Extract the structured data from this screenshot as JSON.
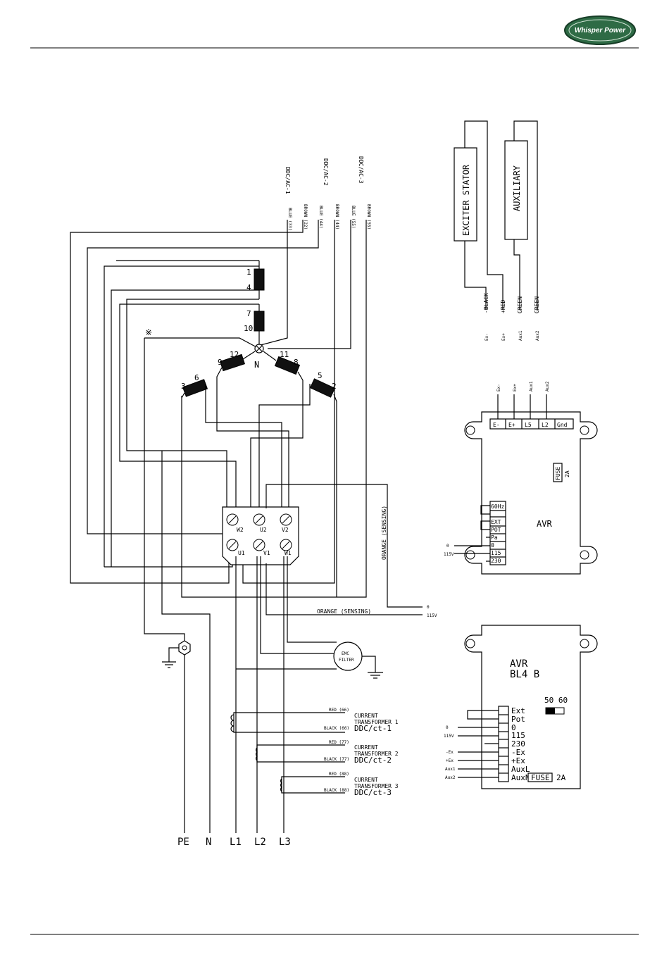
{
  "brand": {
    "logo_text": "Whisper Power",
    "color": "#2e6b45"
  },
  "generator": {
    "ddc_labels": [
      "DDC/AC-1",
      "DDC/AC-2",
      "DDC/AC-3"
    ],
    "wire_labels": [
      "BLUE (33)",
      "BROWN (22)",
      "BLUE (44)",
      "BROWN (44)",
      "BLUE (55)",
      "BROWN (55)"
    ],
    "coil_numbers": [
      "1",
      "4",
      "7",
      "10",
      "12",
      "9",
      "11",
      "8",
      "3",
      "6",
      "5",
      "2"
    ],
    "star_label": "N",
    "asterisk": "※",
    "terminals": [
      "W2",
      "U2",
      "V2",
      "U1",
      "V1",
      "W1"
    ],
    "orange_sensing": "ORANGE (SENSING)",
    "sense_0": "0",
    "sense_115": "115V",
    "emc_filter": [
      "EMC",
      "FILTER"
    ],
    "outputs": [
      "PE",
      "N",
      "L1",
      "L2",
      "L3"
    ]
  },
  "current_transformers": [
    {
      "red": "RED (66)",
      "black": "BLACK (66)",
      "title": "CURRENT",
      "name": "TRANSFORMER 1",
      "code": "DDC/ct-1"
    },
    {
      "red": "RED (77)",
      "black": "BLACK (77)",
      "title": "CURRENT",
      "name": "TRANSFORMER 2",
      "code": "DDC/ct-2"
    },
    {
      "red": "RED (88)",
      "black": "BLACK (88)",
      "title": "CURRENT",
      "name": "TRANSFORMER 3",
      "code": "DDC/ct-3"
    }
  ],
  "exciter": {
    "stator_label": "EXCITER STATOR",
    "auxiliary_label": "AUXILIARY",
    "wires": [
      "-BLACK",
      "+RED",
      "GREEN",
      "GREEN"
    ],
    "ends": [
      "Ex-",
      "Ex+",
      "Aux1",
      "Aux2"
    ]
  },
  "avr1": {
    "title": "AVR",
    "top_terminals": [
      "E-",
      "E+",
      "L5",
      "L2",
      "Gnd"
    ],
    "top_wire_labels": [
      "Ex-",
      "Ex+",
      "Aux1",
      "Aux2"
    ],
    "fuse": "FUSE",
    "fuse_rating": "2A",
    "side_terminals": [
      "60Hz",
      "EXT",
      "POT",
      "Pa",
      "0",
      "115",
      "230"
    ],
    "input_labels": [
      "0",
      "115V"
    ]
  },
  "avr2": {
    "title": "AVR",
    "model": "BL4 B",
    "freq": "50 60",
    "terminals": [
      "Ext",
      "Pot",
      "0",
      "115",
      "230",
      "-Ex",
      "+Ex",
      "AuxL",
      "AuxN"
    ],
    "input_labels": [
      "0",
      "115V",
      "-Ex",
      "+Ex",
      "Aux1",
      "Aux2"
    ],
    "fuse": "FUSE",
    "fuse_rating": "2A"
  }
}
